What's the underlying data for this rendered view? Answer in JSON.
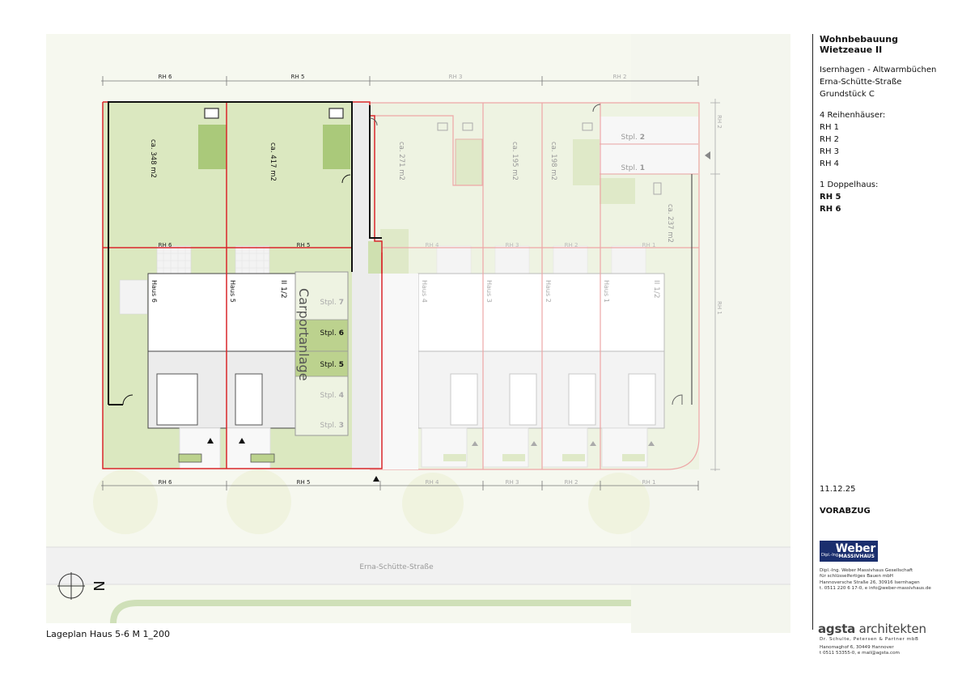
{
  "project": {
    "title_line1": "Wohnbebauung",
    "title_line2": "Wietzeaue II",
    "address": [
      "Isernhagen - Altwarmbüchen",
      "Erna-Schütte-Straße",
      "Grundstück C"
    ],
    "houses_heading": "4 Reihenhäuser:",
    "row_houses": [
      "RH 1",
      "RH 2",
      "RH 3",
      "RH 4"
    ],
    "duplex_heading": "1 Doppelhaus:",
    "duplex_houses": [
      "RH 5",
      "RH 6"
    ],
    "date": "11.12.25",
    "status": "VORABZUG"
  },
  "weber": {
    "logo_small": "Dipl.-Ing.",
    "logo_main": "Weber",
    "logo_sub": "MASSIVHAUS",
    "lines": [
      "Dipl.-Ing. Weber Massivhaus Gesellschaft",
      "für schlüsselfertiges Bauen mbH",
      "Hannoversche Straße 26, 30916 Isernhagen",
      "t. 0511 220 6 17-0, e info@weber-massivhaus.de"
    ]
  },
  "agsta": {
    "name_bold": "agsta",
    "name_rest": " architekten",
    "lines": [
      "Dr. Schulte, Petersen & Partner mbB",
      "Hanomaghof 6, 30449 Hannover",
      "t 0511 53355-0, e mail@agsta.com"
    ]
  },
  "footer": {
    "caption": "Lageplan Haus 5-6   M 1_200"
  },
  "plan": {
    "street": "Erna-Schütte-Straße",
    "carport": "Carportanlage",
    "north": "N",
    "level": "II 1/2",
    "dims_top": [
      "RH 6",
      "RH 5",
      "RH 3",
      "RH 2"
    ],
    "dims_bottom": [
      "RH 6",
      "RH 5",
      "RH 4",
      "RH 3",
      "RH 2",
      "RH 1"
    ],
    "dims_mid": [
      "RH 6",
      "RH 5",
      "RH 4",
      "RH 3",
      "RH 2",
      "RH 1"
    ],
    "dims_right": [
      "RH 2",
      "RH 1"
    ],
    "houses": [
      "Haus 6",
      "Haus 5",
      "Haus 4",
      "Haus 3",
      "Haus 2",
      "Haus 1"
    ],
    "areas": [
      "ca. 348 m2",
      "ca. 417 m2",
      "ca. 271 m2",
      "ca. 195 m2",
      "ca. 198 m2",
      "ca. 237 m2"
    ],
    "parking_prefix": "Stpl.",
    "parking": [
      "7",
      "6",
      "5",
      "4",
      "3",
      "2",
      "1"
    ]
  },
  "colors": {
    "line_red": "#d9262a",
    "lawn": "#dbe8c0",
    "lawn_faint": "#eef3e2",
    "bed": "#aac97a",
    "logo_blue": "#1b2f6e"
  }
}
